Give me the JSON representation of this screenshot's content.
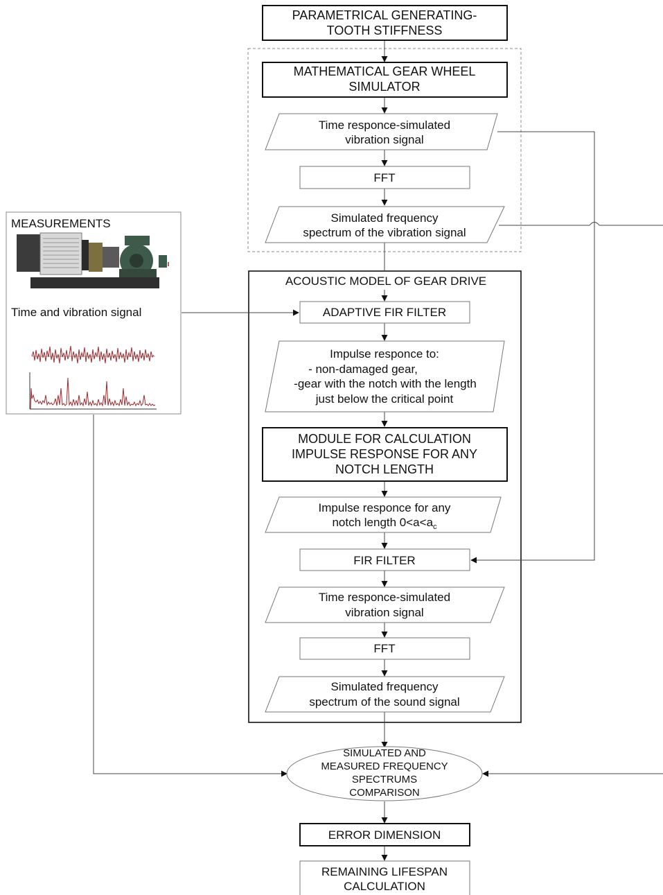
{
  "nodes": {
    "parametrical": [
      "PARAMETRICAL GENERATING-",
      "TOOTH STIFFNESS"
    ],
    "simulator": [
      "MATHEMATICAL GEAR WHEEL",
      "SIMULATOR"
    ],
    "time_resp_1": [
      "Time responce-simulated",
      "vibration signal"
    ],
    "fft_1": "FFT",
    "sim_freq_vib": [
      "Simulated frequency",
      "spectrum of the vibration signal"
    ],
    "acoustic_title": "ACOUSTIC MODEL OF GEAR DRIVE",
    "adaptive_fir": "ADAPTIVE FIR FILTER",
    "impulse_resp": [
      "Impulse responce to:",
      "- non-damaged gear,",
      "-gear with the notch with the length",
      "just below the critical point"
    ],
    "module_calc": [
      "MODULE FOR CALCULATION",
      "IMPULSE RESPONSE FOR ANY",
      "NOTCH LENGTH"
    ],
    "impulse_any": {
      "line1": "Impulse responce for any",
      "line2_prefix": "notch length 0<a<a",
      "line2_sub": "c"
    },
    "fir_filter": "FIR FILTER",
    "time_resp_2": [
      "Time responce-simulated",
      "vibration signal"
    ],
    "fft_2": "FFT",
    "sim_freq_sound": [
      "Simulated frequency",
      "spectrum of the sound signal"
    ],
    "comparison": [
      "SIMULATED AND",
      "MEASURED FREQUENCY",
      "SPECTRUMS",
      "COMPARISON"
    ],
    "error_dim": "ERROR DIMENSION",
    "remaining": [
      "REMAINING LIFESPAN",
      "CALCULATION"
    ]
  },
  "measurements": {
    "title": "MEASUREMENTS",
    "signal_label": "Time and vibration signal"
  },
  "colors": {
    "signal": "#a0282d",
    "motor_dark": "#3b3b3b",
    "pump_green": "#3e5a4a",
    "coupling_olive": "#7c7040"
  }
}
